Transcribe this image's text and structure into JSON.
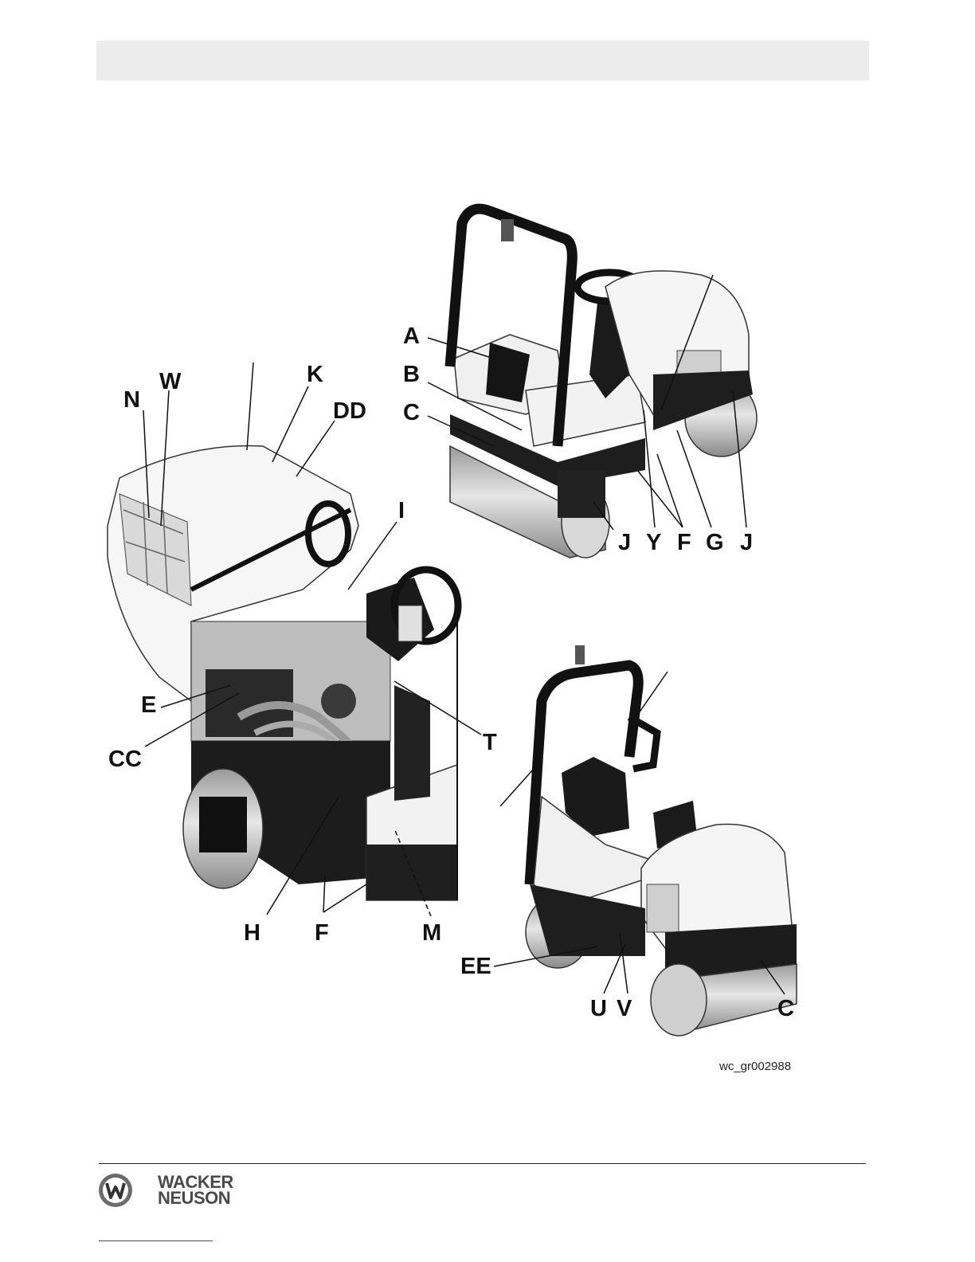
{
  "figure": {
    "caption": "wc_gr002988",
    "callouts": {
      "A": "A",
      "B": "B",
      "C": "C",
      "C2": "C",
      "J1": "J",
      "Y": "Y",
      "F1": "F",
      "G": "G",
      "J2": "J",
      "N": "N",
      "W": "W",
      "K": "K",
      "DD": "DD",
      "I": "I",
      "E": "E",
      "CC": "CC",
      "T": "T",
      "H": "H",
      "F2": "F",
      "M": "M",
      "EE": "EE",
      "U": "U",
      "V": "V"
    }
  },
  "footer": {
    "brand_line1": "WACKER",
    "brand_line2": "NEUSON",
    "logo_icon": "wacker-neuson-w-logo-icon"
  }
}
